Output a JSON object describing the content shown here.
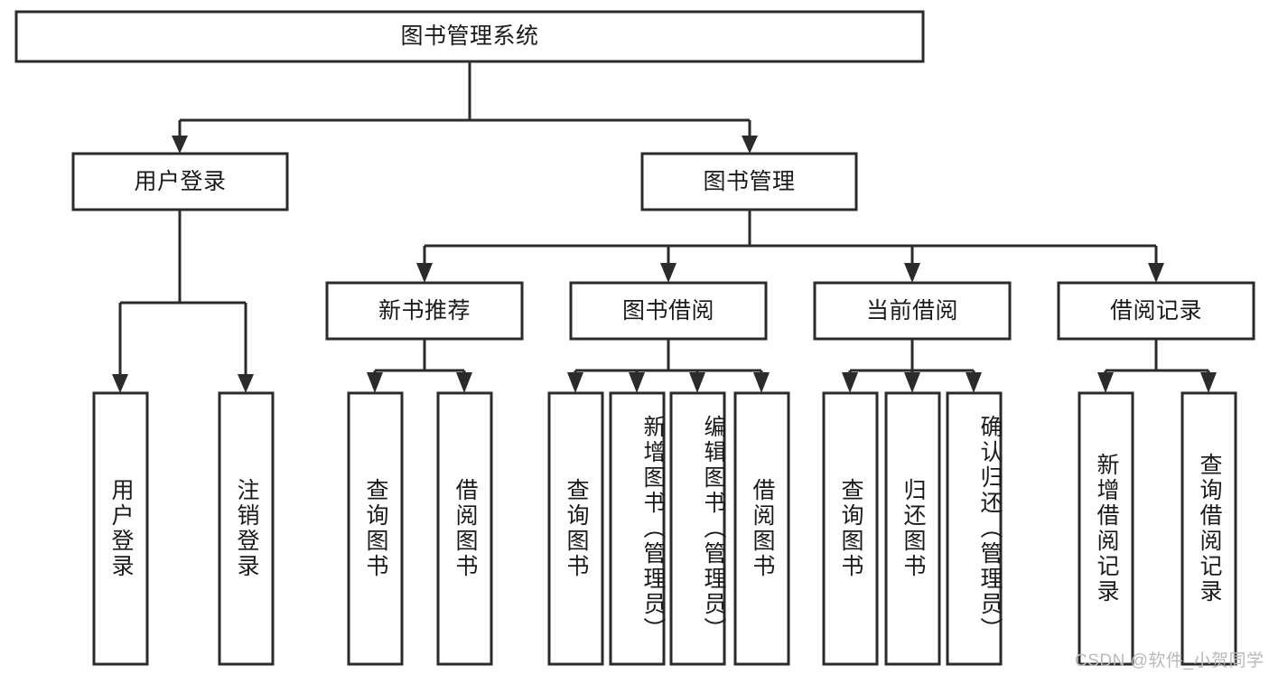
{
  "diagram": {
    "title": "图书管理系统",
    "type": "tree-hierarchy-diagram",
    "colors": {
      "box_stroke": "#2b2b2b",
      "box_fill": "#ffffff",
      "text": "#1a1a1a",
      "watermark": "#b9b9b9",
      "background": "#ffffff"
    },
    "nodes": {
      "root": {
        "label": "图书管理系统"
      },
      "level2": [
        {
          "id": "user-login",
          "label": "用户登录"
        },
        {
          "id": "book-management",
          "label": "图书管理"
        }
      ],
      "level3": [
        {
          "id": "new-book-recommend",
          "label": "新书推荐"
        },
        {
          "id": "book-borrow",
          "label": "图书借阅"
        },
        {
          "id": "current-borrow",
          "label": "当前借阅"
        },
        {
          "id": "borrow-record",
          "label": "借阅记录"
        }
      ],
      "leaves": {
        "user-login": [
          {
            "id": "leaf-user-login",
            "label": "用户登录"
          },
          {
            "id": "leaf-logout-login",
            "label": "注销登录"
          }
        ],
        "new-book-recommend": [
          {
            "id": "leaf-query-book-1",
            "label": "查询图书"
          },
          {
            "id": "leaf-borrow-book-1",
            "label": "借阅图书"
          }
        ],
        "book-borrow": [
          {
            "id": "leaf-query-book-2",
            "label": "查询图书"
          },
          {
            "id": "leaf-add-book-admin",
            "label": "新增图书（管理员）"
          },
          {
            "id": "leaf-edit-book-admin",
            "label": "编辑图书（管理员）"
          },
          {
            "id": "leaf-borrow-book-2",
            "label": "借阅图书"
          }
        ],
        "current-borrow": [
          {
            "id": "leaf-query-book-3",
            "label": "查询图书"
          },
          {
            "id": "leaf-return-book",
            "label": "归还图书"
          },
          {
            "id": "leaf-confirm-return-admin",
            "label": "确认归还（管理员）"
          }
        ],
        "borrow-record": [
          {
            "id": "leaf-add-borrow-record",
            "label": "新增借阅记录"
          },
          {
            "id": "leaf-query-borrow-record",
            "label": "查询借阅记录"
          }
        ]
      }
    },
    "watermark": "CSDN @软件_小贺同学"
  }
}
